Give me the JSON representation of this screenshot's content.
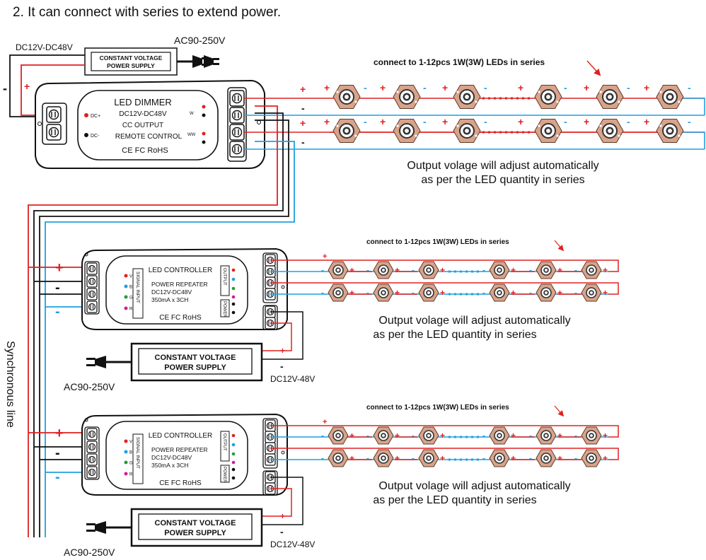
{
  "heading": "2. It can connect with series to extend power.",
  "top": {
    "dc_range": "DC12V-DC48V",
    "ac_range": "AC90-250V",
    "psu_line1": "CONSTANT VOLTAGE",
    "psu_line2": "POWER SUPPLY",
    "minus": "-",
    "plus": "+",
    "dimmer": {
      "title": "LED DIMMER",
      "line1": "DC12V-DC48V",
      "line2": "CC OUTPUT",
      "line3": "REMOTE CONTROL",
      "certs": "CE FC RoHS",
      "dc_plus": "DC+",
      "dc_minus": "DC-",
      "w": "W",
      "ww": "WW"
    },
    "led_note": "connect to 1-12pcs 1W(3W) LEDs in series",
    "output_line1": "Output volage will adjust automatically",
    "output_line2": "as per the LED quantity in series"
  },
  "sync_label": "Synchronous line",
  "repeaters": [
    {
      "ac_range": "AC90-250V",
      "dc_range": "DC12V-48V",
      "psu_line1": "CONSTANT VOLTAGE",
      "psu_line2": "POWER SUPPLY",
      "title": "LED CONTROLLER",
      "line1": "POWER REPEATER",
      "line2": "DC12V-DC48V",
      "line3": "350mA x 3CH",
      "certs": "CE FC RoHS",
      "signal_input": "SIGNAL INPUT",
      "output": "OUTPUT",
      "power": "POWER",
      "ch": [
        "V",
        "B",
        "G",
        "R"
      ],
      "led_note": "connect to 1-12pcs 1W(3W) LEDs in series",
      "output_line1": "Output volage will adjust automatically",
      "output_line2": "as per the LED quantity in series"
    },
    {
      "ac_range": "AC90-250V",
      "dc_range": "DC12V-48V",
      "psu_line1": "CONSTANT VOLTAGE",
      "psu_line2": "POWER SUPPLY",
      "title": "LED CONTROLLER",
      "line1": "POWER REPEATER",
      "line2": "DC12V-DC48V",
      "line3": "350mA x 3CH",
      "certs": "CE FC RoHS",
      "signal_input": "SIGNAL INPUT",
      "output": "OUTPUT",
      "power": "POWER",
      "ch": [
        "V",
        "B",
        "G",
        "R"
      ],
      "led_note": "connect to 1-12pcs 1W(3W) LEDs in series",
      "output_line1": "Output volage will adjust automatically",
      "output_line2": "as per the LED quantity in series"
    }
  ],
  "colors": {
    "positive_wire": "#e02020",
    "negative_wire": "#1ea0e0",
    "signal_wire": "#111111",
    "led_body": "#d9a38a"
  }
}
